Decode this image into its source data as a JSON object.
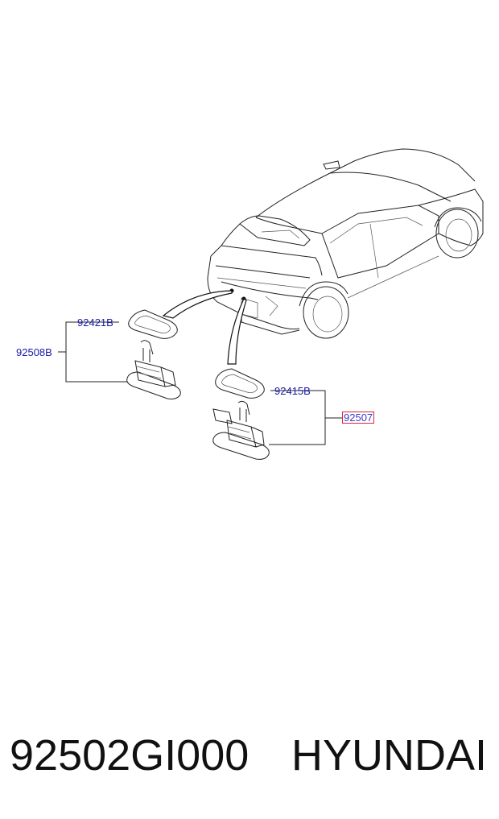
{
  "callouts": {
    "upper_lamp_lens": "92421B",
    "upper_lamp_assembly": "92508B",
    "lower_lamp_lens": "92415B",
    "lower_lamp_assembly": "92507"
  },
  "footer": {
    "part_number": "92502GI000",
    "brand": "HYUNDAI"
  },
  "colors": {
    "callout_text": "#1a1aa6",
    "highlight_border": "#d8263a",
    "line": "#222222"
  }
}
